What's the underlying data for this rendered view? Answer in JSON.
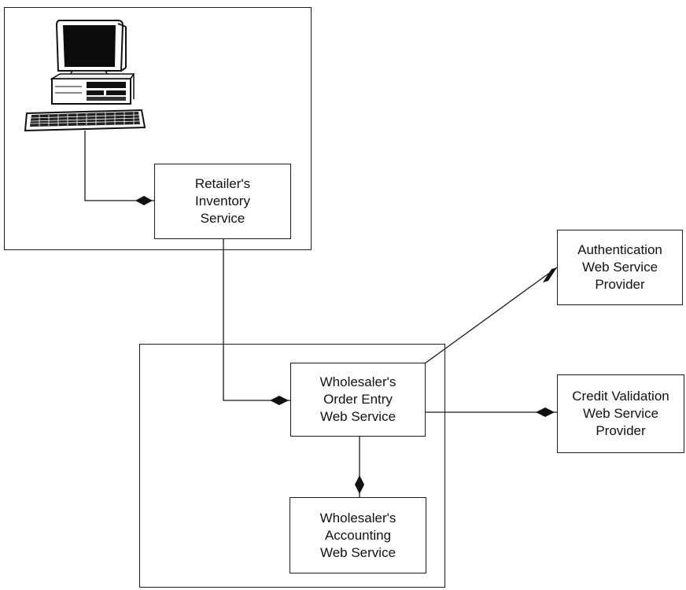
{
  "diagram": {
    "nodes": {
      "retailer_inventory": [
        "Retailer's",
        "Inventory",
        "Service"
      ],
      "auth_provider": [
        "Authentication",
        "Web Service",
        "Provider"
      ],
      "wholesaler_order_entry": [
        "Wholesaler's",
        "Order Entry",
        "Web Service"
      ],
      "credit_validation": [
        "Credit Validation",
        "Web Service",
        "Provider"
      ],
      "wholesaler_accounting": [
        "Wholesaler's",
        "Accounting",
        "Web Service"
      ]
    },
    "icons": {
      "client": "desktop-computer-icon"
    },
    "colors": {
      "line": "#1a1a1a",
      "background": "#ffffff"
    }
  }
}
